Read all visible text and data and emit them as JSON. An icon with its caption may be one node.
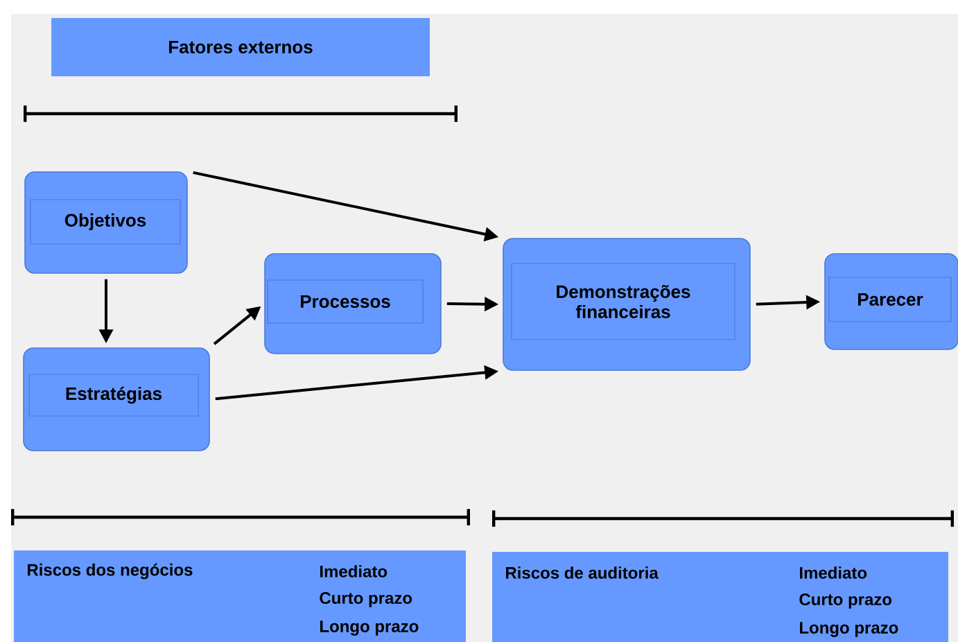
{
  "diagram": {
    "nodes": [
      {
        "text": [
          "Fatores externos"
        ]
      },
      {
        "text": [
          "Objetivos"
        ]
      },
      {
        "text": [
          "Estratégias"
        ]
      },
      {
        "text": [
          "Processos"
        ]
      },
      {
        "text": [
          "Demonstrações financeiras"
        ]
      },
      {
        "text": [
          "Parecer"
        ]
      },
      {
        "text": [
          "Riscos dos negócios",
          "Imediato",
          "Curto prazo",
          "Longo prazo"
        ]
      },
      {
        "text": [
          "Riscos de auditoria",
          "Imediato",
          "Curto prazo",
          "Longo prazo"
        ]
      }
    ],
    "edges": [
      {
        "from": 1,
        "to": 2,
        "arrow": "to"
      },
      {
        "from": 1,
        "to": 4,
        "arrow": "to"
      },
      {
        "from": 2,
        "to": 3,
        "arrow": "to"
      },
      {
        "from": 2,
        "to": 4,
        "arrow": "to"
      },
      {
        "from": 3,
        "to": 4,
        "arrow": "to"
      },
      {
        "from": 4,
        "to": 5,
        "arrow": "to"
      }
    ]
  }
}
